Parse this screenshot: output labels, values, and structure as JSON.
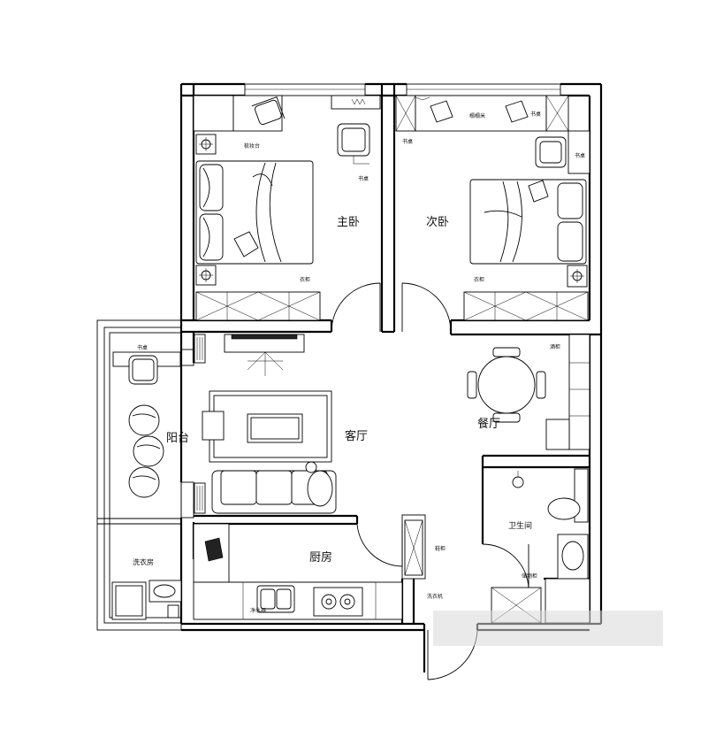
{
  "rooms": {
    "master_bedroom": "主卧",
    "second_bedroom": "次卧",
    "living_room": "客厅",
    "dining_room": "餐厅",
    "balcony": "阳台",
    "kitchen": "厨房",
    "bathroom": "卫生间",
    "laundry": "洗衣房"
  },
  "tags": {
    "vanity": "梳妆台",
    "desk_master": "书桌",
    "wardrobe_master": "衣柜",
    "tatami": "榻榻米",
    "desk_second_left": "书桌",
    "desk_second_right": "书桌",
    "desk_second_side": "书桌",
    "wardrobe_second": "衣柜",
    "desk_balcony": "书桌",
    "wine_cabinet": "酒柜",
    "shoe_cabinet": "鞋柜",
    "water_purifier": "净水器",
    "storage_cabinet": "储物柜",
    "dishwasher": "洗衣机"
  }
}
